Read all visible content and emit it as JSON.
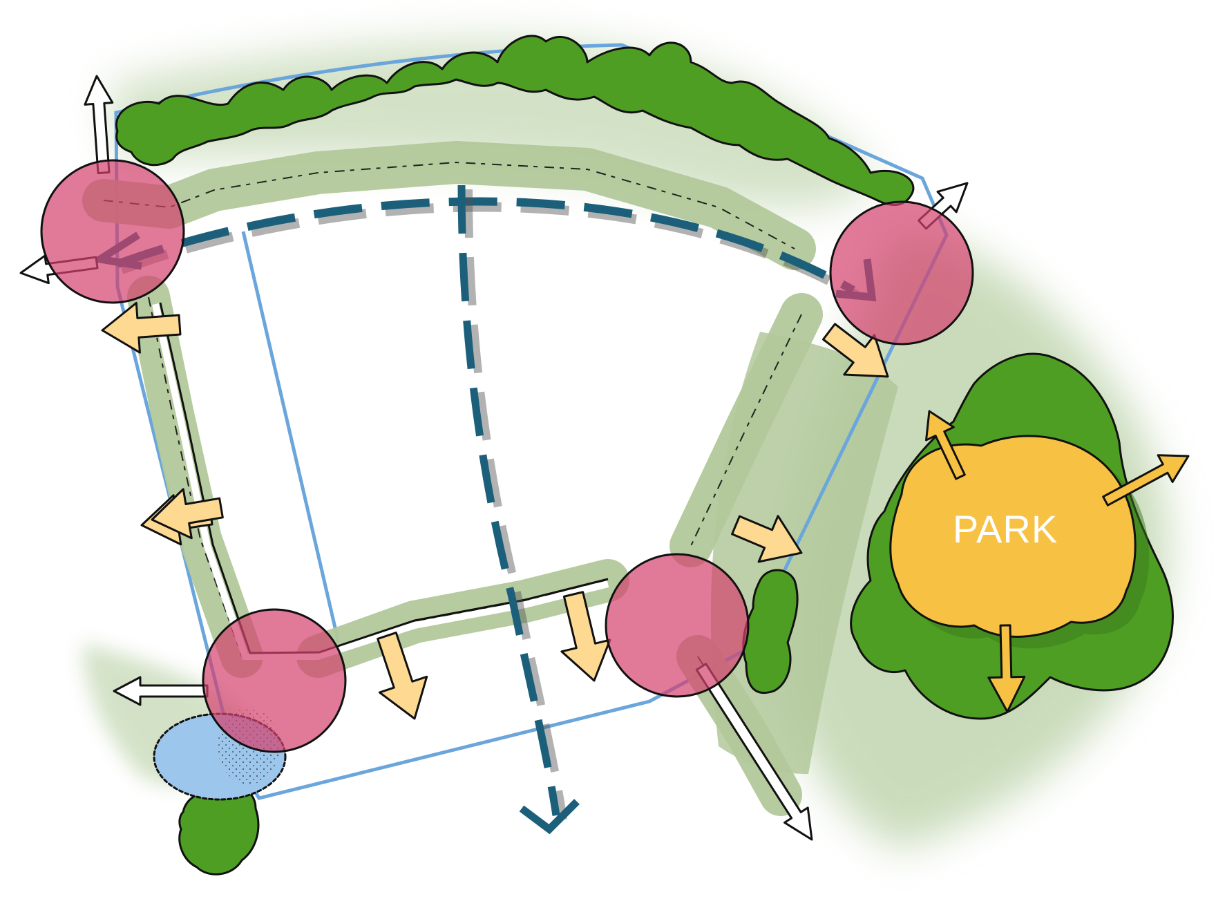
{
  "diagram": {
    "labels": {
      "park": "PARK"
    },
    "colors": {
      "tree_green": "#4f9e24",
      "soft_green": "#9fbf84",
      "band_green": "#b2c89a",
      "node_pink": "#d4406e",
      "boundary_blue": "#6aa6dc",
      "path_teal": "#1b5f7a",
      "arrow_yellow": "#fdd992",
      "park_yellow": "#f7c143",
      "pond_blue": "#9cc6ec",
      "ink": "#111111"
    },
    "nodes": [
      {
        "id": "node-northwest"
      },
      {
        "id": "node-northeast"
      },
      {
        "id": "node-southwest"
      },
      {
        "id": "node-southeast"
      }
    ],
    "icons": [
      "outward-arrow-icon",
      "pedestrian-path-icon",
      "tree-canopy-icon",
      "pond-icon",
      "park-icon"
    ]
  }
}
